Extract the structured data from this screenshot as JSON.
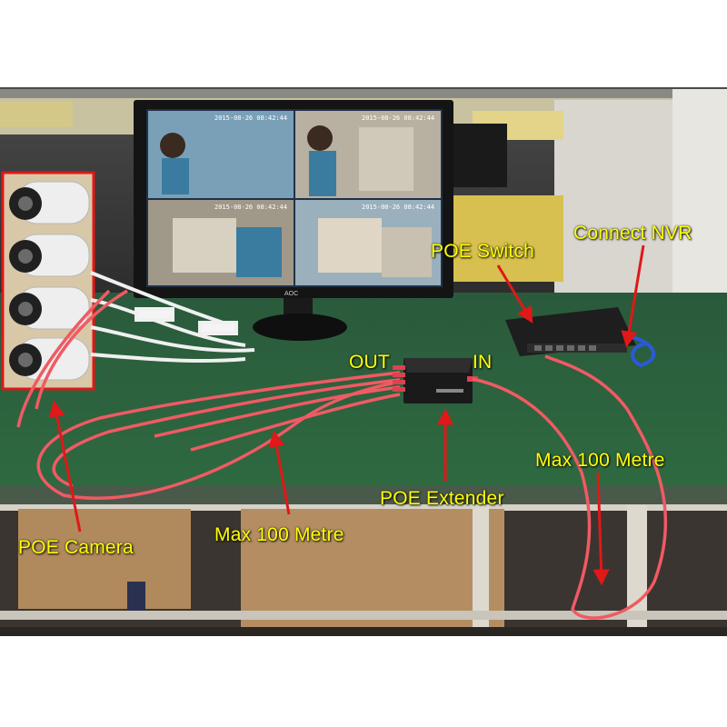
{
  "photo": {
    "subject": "POE extender test bench: cameras, monitor, POE switch and extender on a green workbench",
    "colors": {
      "callout_text": "#ffff00",
      "arrow": "#e01818",
      "highlight_box": "#e01818",
      "cable": "#f05a64",
      "bench_top": "#2c5a3a"
    }
  },
  "labels": {
    "poe_switch": "POE Switch",
    "connect_nvr": "Connect NVR",
    "out": "OUT",
    "in": "IN",
    "max_100_right": "Max 100 Metre",
    "poe_extender": "POE Extender",
    "poe_camera": "POE Camera",
    "max_100_left": "Max 100 Metre"
  },
  "monitor": {
    "brand": "AOC",
    "timestamps": [
      "2015-08-26 08:42:44",
      "2015-08-26 08:42:44",
      "2015-08-26 08:42:44",
      "2015-08-26 08:42:44"
    ]
  }
}
